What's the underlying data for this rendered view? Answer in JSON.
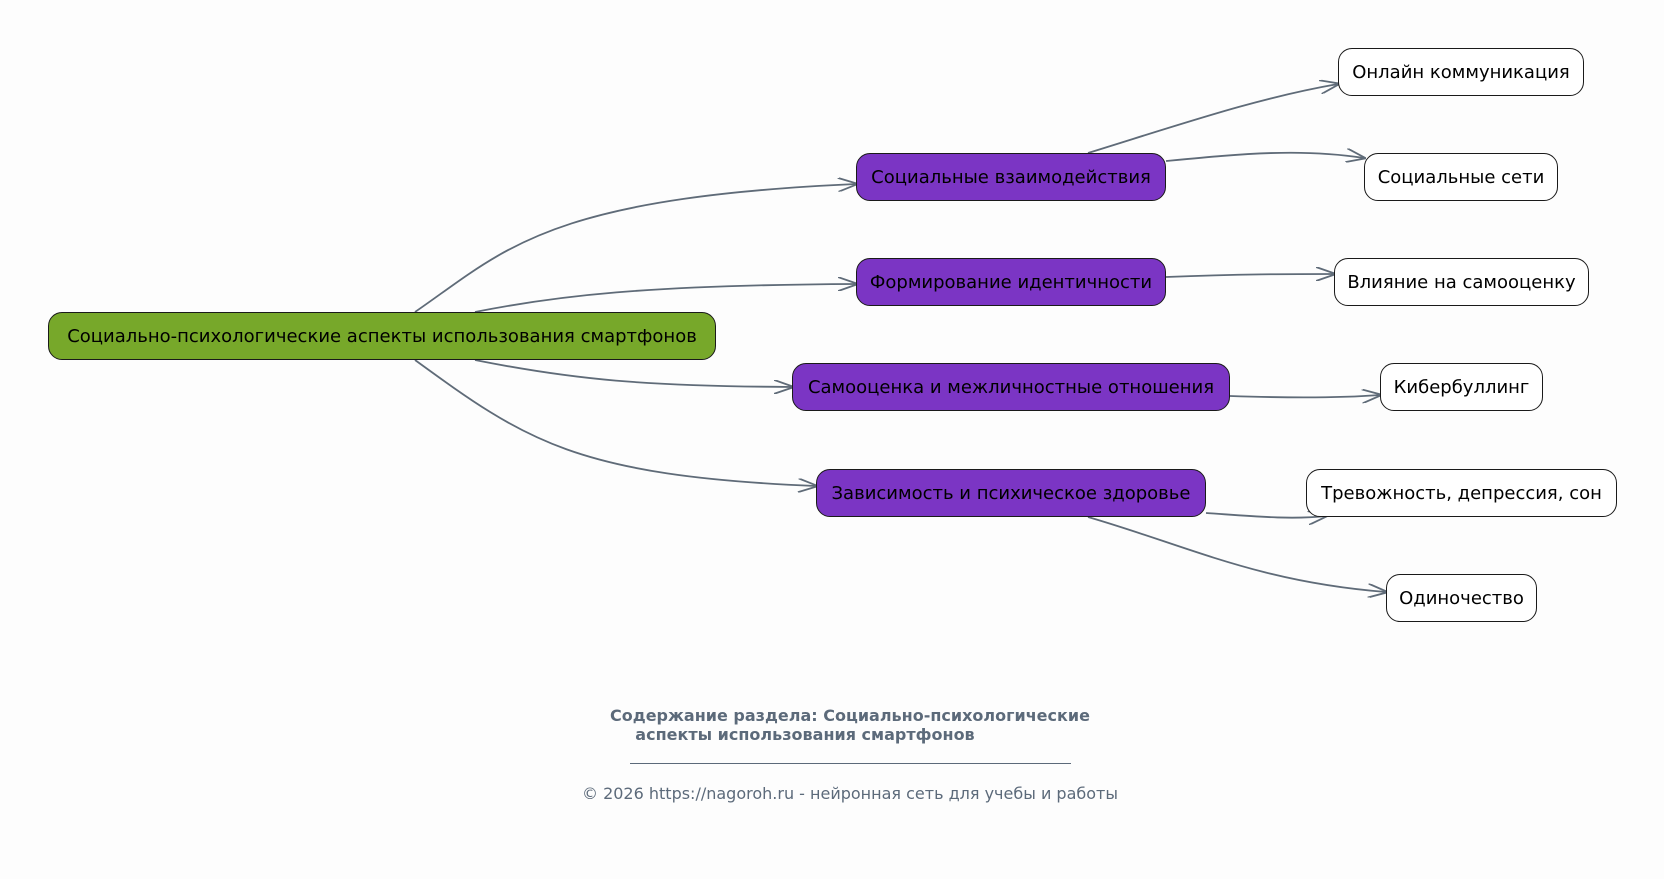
{
  "diagram": {
    "edge_color": "#5f6b78",
    "root": {
      "label": "Социально-психологические аспекты использования смартфонов",
      "color": "#77a82a"
    },
    "branches": [
      {
        "label": "Социальные взаимодействия",
        "color": "#7b35c4",
        "children": [
          "Онлайн коммуникация",
          "Социальные сети"
        ]
      },
      {
        "label": "Формирование идентичности",
        "color": "#7b35c4",
        "children": [
          "Влияние на самооценку"
        ]
      },
      {
        "label": "Самооценка и межличностные отношения",
        "color": "#7b35c4",
        "children": [
          "Кибербуллинг"
        ]
      },
      {
        "label": "Зависимость и психическое здоровье",
        "color": "#7b35c4",
        "children": [
          "Тревожность, депрессия, сон",
          "Одиночество"
        ]
      }
    ]
  },
  "footer": {
    "title_line1": "Содержание раздела: Социально-психологические",
    "title_line2": "аспекты использования смартфонов",
    "copyright": "© 2026 https://nagoroh.ru - нейронная сеть для учебы и работы"
  }
}
